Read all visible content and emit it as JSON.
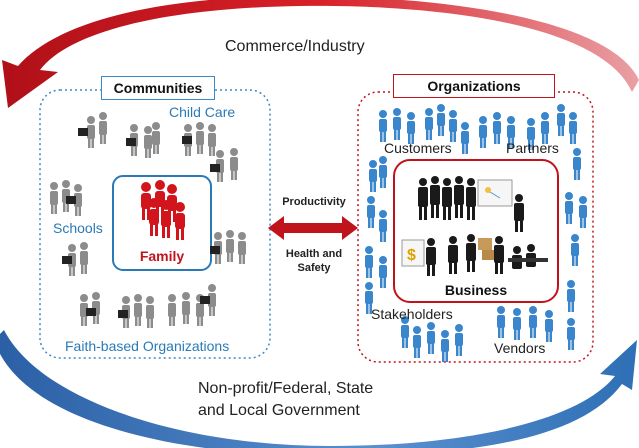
{
  "arrows": {
    "top_label": "Commerce/Industry",
    "bottom_label_line1": "Non-profit/Federal, State",
    "bottom_label_line2": "and Local Government",
    "top_color": "#c0141c",
    "bottom_color": "#2e6fb5"
  },
  "communities": {
    "title": "Communities",
    "child_care": "Child Care",
    "schools": "Schools",
    "faith": "Faith-based Organizations",
    "family": "Family",
    "border_color": "#3a8ac8",
    "family_color": "#c0141c"
  },
  "center": {
    "productivity": "Productivity",
    "health_line1": "Health and",
    "health_line2": "Safety",
    "arrow_color": "#c0141c"
  },
  "organizations": {
    "title": "Organizations",
    "customers": "Customers",
    "partners": "Partners",
    "stakeholders": "Stakeholders",
    "vendors": "Vendors",
    "business": "Business",
    "border_color": "#c0141c",
    "people_color": "#3a86cc"
  }
}
